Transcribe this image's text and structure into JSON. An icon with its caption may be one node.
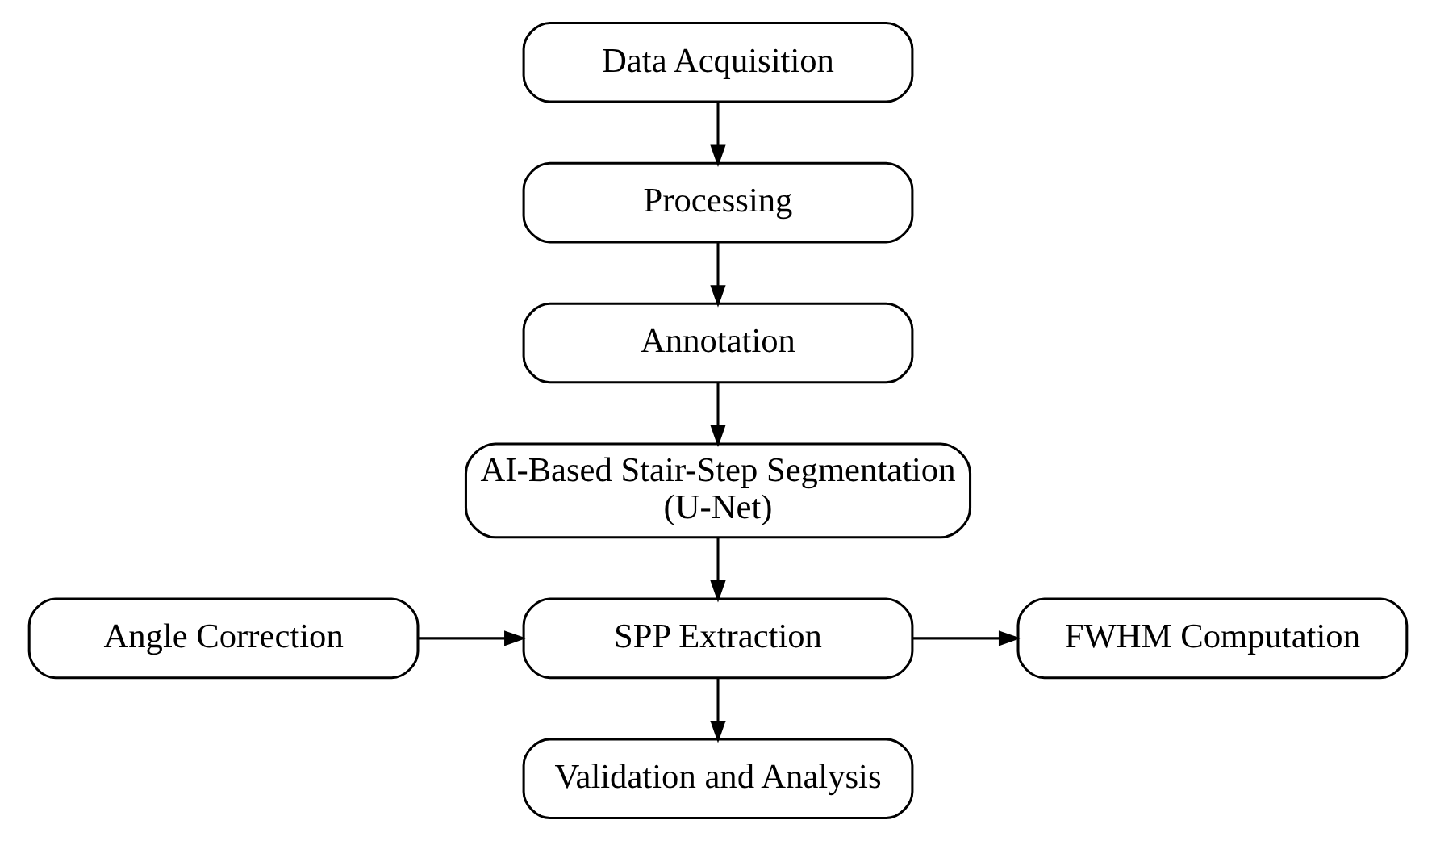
{
  "diagram": {
    "nodes": [
      {
        "text": [
          "Data Acquisition"
        ]
      },
      {
        "text": [
          "Processing"
        ]
      },
      {
        "text": [
          "Annotation"
        ]
      },
      {
        "text": [
          "AI-Based Stair-Step Segmentation (U-Net)"
        ]
      },
      {
        "text": [
          "Angle Correction"
        ]
      },
      {
        "text": [
          "SPP Extraction"
        ]
      },
      {
        "text": [
          "FWHM Computation"
        ]
      },
      {
        "text": [
          "Validation and Analysis"
        ]
      }
    ],
    "edges": [
      {
        "from": 0,
        "to": 1,
        "arrow": "to"
      },
      {
        "from": 1,
        "to": 2,
        "arrow": "to"
      },
      {
        "from": 2,
        "to": 3,
        "arrow": "to"
      },
      {
        "from": 3,
        "to": 5,
        "arrow": "to"
      },
      {
        "from": 4,
        "to": 5,
        "arrow": "to"
      },
      {
        "from": 5,
        "to": 6,
        "arrow": "to"
      },
      {
        "from": 5,
        "to": 7,
        "arrow": "to"
      }
    ]
  }
}
